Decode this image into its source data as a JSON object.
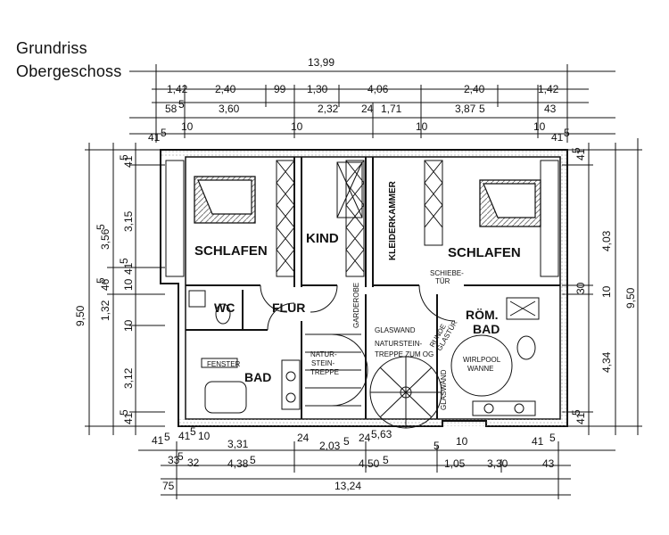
{
  "title": [
    "Grundriss",
    "Obergeschoss"
  ],
  "rooms": {
    "schlafen_left": "SCHLAFEN",
    "kind": "KIND",
    "kleiderkammer": "KLEIDERKAMMER",
    "schlafen_right": "SCHLAFEN",
    "schiebetuer": [
      "SCHIEBE-",
      "TÜR"
    ],
    "wc": "WC",
    "flur": "FLUR",
    "garderobe": "GARDEROBE",
    "glaswand_top": "GLASWAND",
    "runde_glastuer": [
      "RUNDE",
      "GLASTÜR"
    ],
    "roem_bad": [
      "RÖM.",
      "BAD"
    ],
    "naturstein_right": [
      "NATURSTEIN-",
      "TREPPE ZUM OG"
    ],
    "wirlpool": [
      "WIRLPOOL",
      "WANNE"
    ],
    "fenster": "FENSTER",
    "bad": "BAD",
    "natur_left": [
      "NATUR-",
      "STEIN-",
      "TREPPE"
    ],
    "glaswand_side": "GLASWAND"
  },
  "dims_top": {
    "total": "13,99",
    "row1": [
      "1,42",
      "2,40",
      "99",
      "1,30",
      "4,06",
      "2,40",
      "1,42"
    ],
    "row2": [
      "58",
      "5",
      "3,60",
      "2,32",
      "24",
      "1,71",
      "3,87",
      "5",
      "43"
    ],
    "row3": [
      "41",
      "5",
      "10",
      "10",
      "10",
      "10",
      "41",
      "5"
    ]
  },
  "dims_bottom": {
    "row1": [
      "41",
      "5",
      "41",
      "5",
      "10",
      "3,31",
      "24",
      "2,03",
      "5",
      "24",
      "5,63",
      "5",
      "10",
      "41",
      "5"
    ],
    "row2": [
      "33",
      "5",
      "32",
      "4,38",
      "5",
      "4,50",
      "5",
      "1,05",
      "3,30",
      "43"
    ],
    "row3": [
      "75",
      "13,24"
    ]
  },
  "dims_left": [
    "9,50",
    "3,56",
    "5",
    "3,15",
    "41",
    "5",
    "1,32",
    "46",
    "5",
    "10",
    "10",
    "3,12",
    "41",
    "5",
    "41",
    "5"
  ],
  "dims_right": [
    "41",
    "5",
    "4,03",
    "30",
    "10",
    "4,34",
    "9,50",
    "41",
    "5"
  ]
}
